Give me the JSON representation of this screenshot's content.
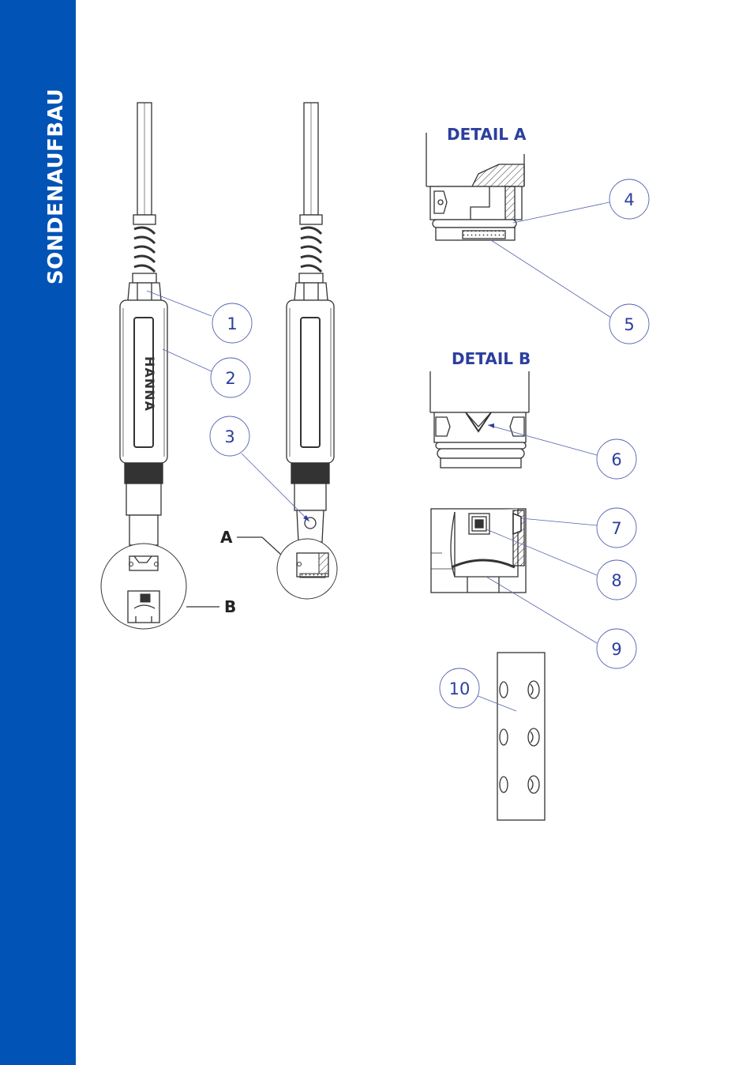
{
  "sidebar": {
    "title": "SONDENAUFBAU"
  },
  "brand": {
    "logo_text": "HANNA"
  },
  "details": {
    "a_title": "DETAIL A",
    "b_title": "DETAIL B",
    "a_letter": "A",
    "b_letter": "B"
  },
  "callouts": [
    "1",
    "2",
    "3",
    "4",
    "5",
    "6",
    "7",
    "8",
    "9",
    "10"
  ],
  "colors": {
    "brand_blue": "#0253b6",
    "callout_blue": "#2c3e9e",
    "line_gray": "#333333"
  }
}
